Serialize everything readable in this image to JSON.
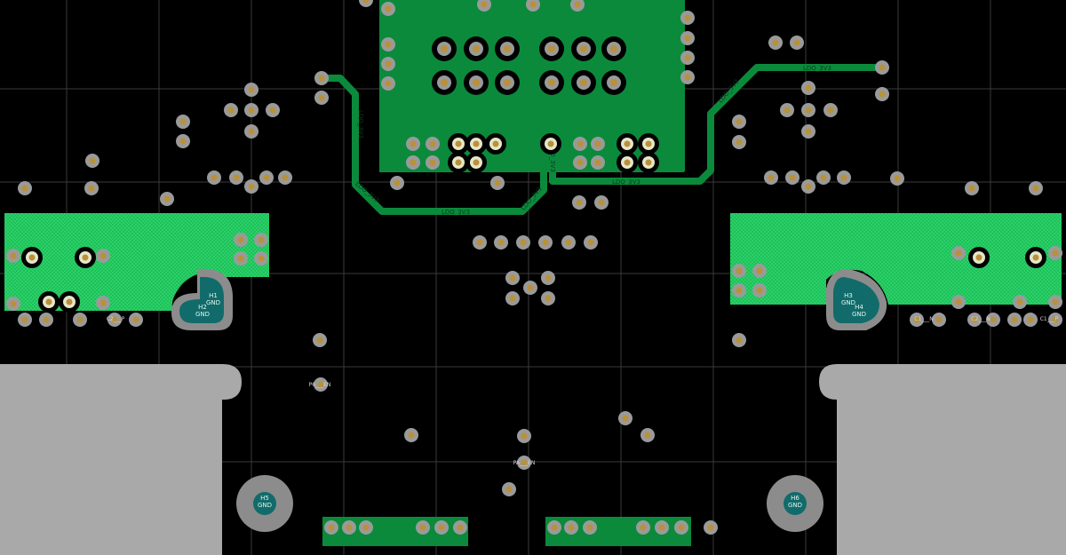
{
  "board": {
    "colors": {
      "background": "#000000",
      "grid": "#3a3a3a",
      "copper": "#0b8a3c",
      "copper_fill": "#1fbf5a",
      "copper_fill_dots": "#2ee070",
      "keepout": "#a9a9a9",
      "mount_teal": "#126b6b",
      "pad_ring": "#9a9a9a",
      "pad_gold": "#b8913a"
    },
    "trace_labels": [
      "LDO_3V3",
      "LDO_3V3",
      "LDO_3V3",
      "LDO_3V3",
      "LDO_3V3",
      "LDO_3V3",
      "LDO_3V3",
      "LDO_3V3"
    ],
    "mount_holes": [
      {
        "ref": "H1",
        "net": "GND"
      },
      {
        "ref": "H2",
        "net": "GND"
      },
      {
        "ref": "H3",
        "net": "GND"
      },
      {
        "ref": "H4",
        "net": "GND"
      },
      {
        "ref": "H5",
        "net": "GND"
      },
      {
        "ref": "H6",
        "net": "GND"
      }
    ],
    "net_labels": [
      "P6___EN",
      "PA___EN",
      "C2___P",
      "C1___N",
      "C2___N",
      "C1___P"
    ]
  }
}
